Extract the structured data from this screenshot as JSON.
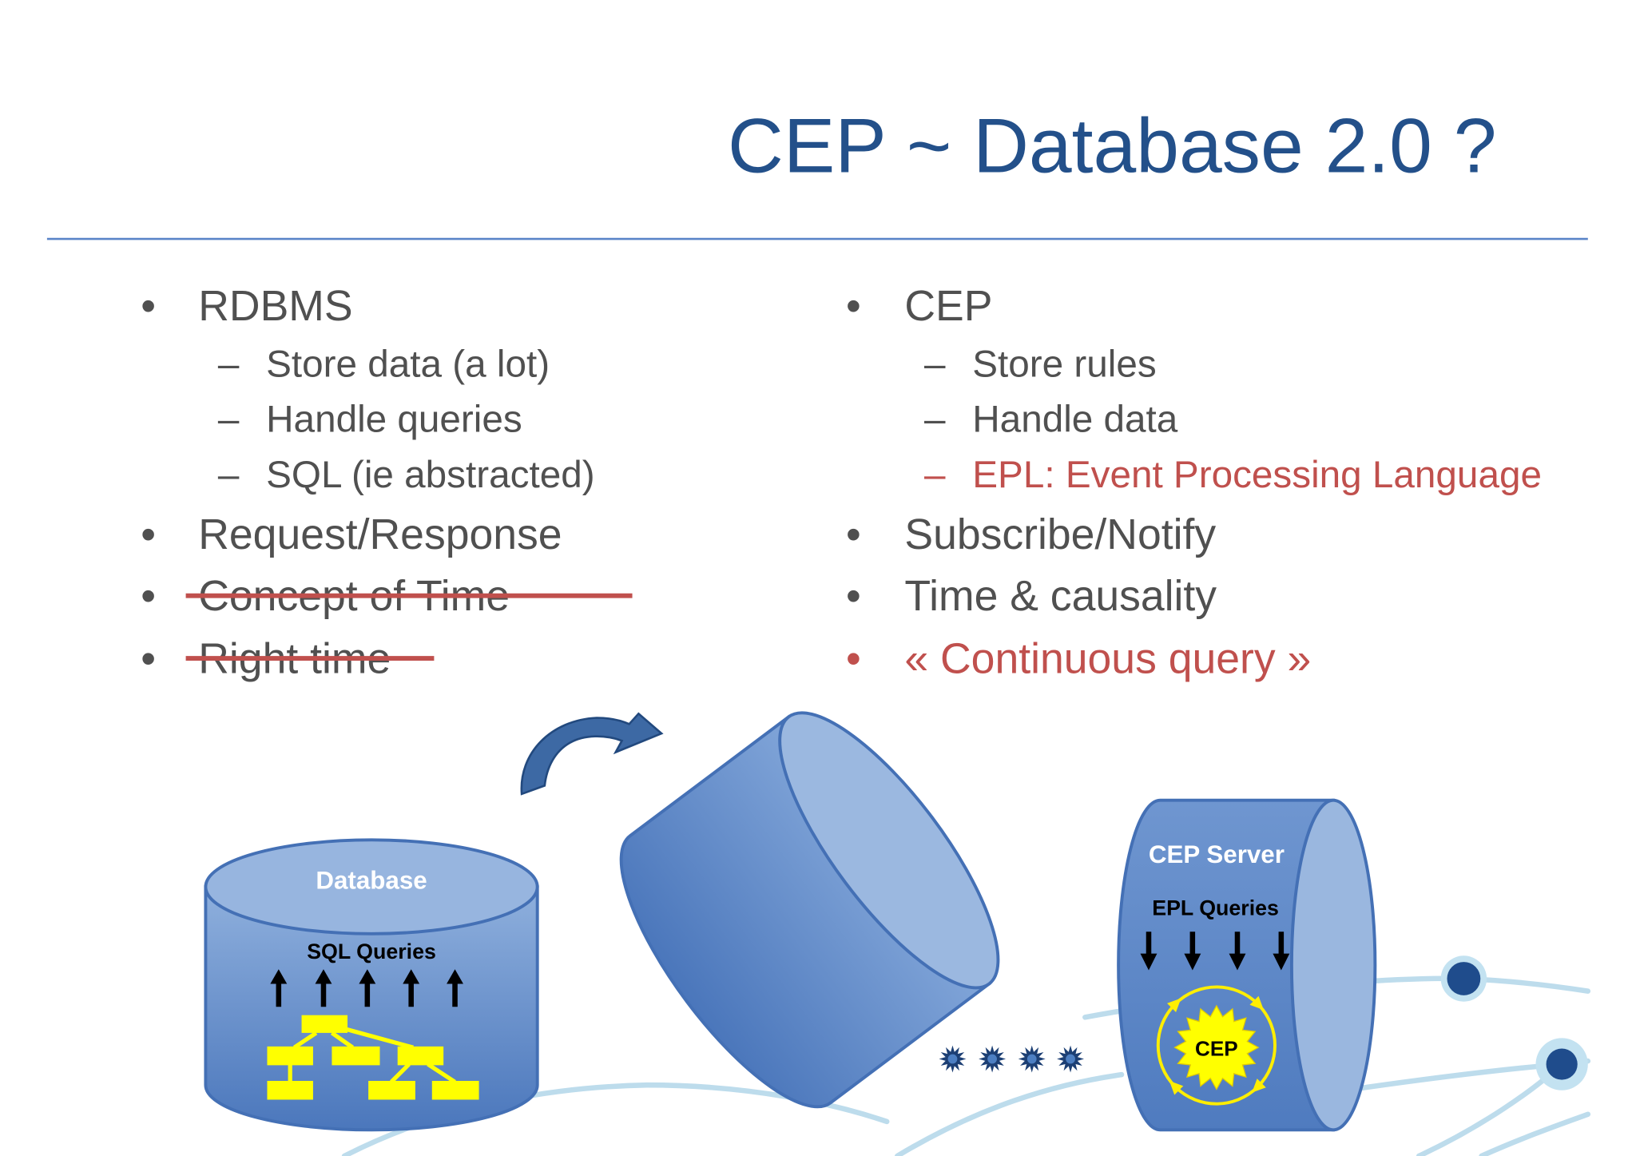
{
  "slide": {
    "title": "CEP ~ Database 2.0 ?"
  },
  "left_column": [
    {
      "marker": "•",
      "text": "RDBMS"
    },
    {
      "marker": "–",
      "text": "Store data (a lot)"
    },
    {
      "marker": "–",
      "text": "Handle queries"
    },
    {
      "marker": "–",
      "text": "SQL (ie abstracted)"
    },
    {
      "marker": "•",
      "text": "Request/Response"
    },
    {
      "marker": "•",
      "text": "Concept of Time",
      "struck_through": true
    },
    {
      "marker": "•",
      "text": "Right time",
      "struck_through": true
    }
  ],
  "right_column": [
    {
      "marker": "•",
      "text": "CEP"
    },
    {
      "marker": "–",
      "text": "Store rules"
    },
    {
      "marker": "–",
      "text": "Handle data"
    },
    {
      "marker": "–",
      "text": "EPL: Event Processing Language",
      "highlighted": true
    },
    {
      "marker": "•",
      "text": "Subscribe/Notify"
    },
    {
      "marker": "•",
      "text": "Time & causality"
    },
    {
      "marker": "•",
      "text": "« Continuous query »",
      "highlighted": true
    }
  ],
  "diagram": {
    "database": {
      "label": "Database",
      "queries_label": "SQL Queries"
    },
    "cep_server": {
      "label": "CEP Server",
      "queries_label": "EPL Queries",
      "engine_label": "CEP"
    }
  },
  "icons": {
    "transform_arrow": "curved-arrow-icon",
    "query_arrow_up": "up-arrow-icon",
    "query_arrow_down": "down-arrow-icon",
    "event": "event-burst-icon",
    "network_node": "network-node-icon"
  },
  "colors": {
    "title": "#23508a",
    "body_text": "#505050",
    "highlight": "#c0504d",
    "strike": "#c0504d",
    "rule": "#5a85c8",
    "cylinder_outline": "#4470b5",
    "query_tree": "#ffff00",
    "node": "#1f4c8c"
  }
}
